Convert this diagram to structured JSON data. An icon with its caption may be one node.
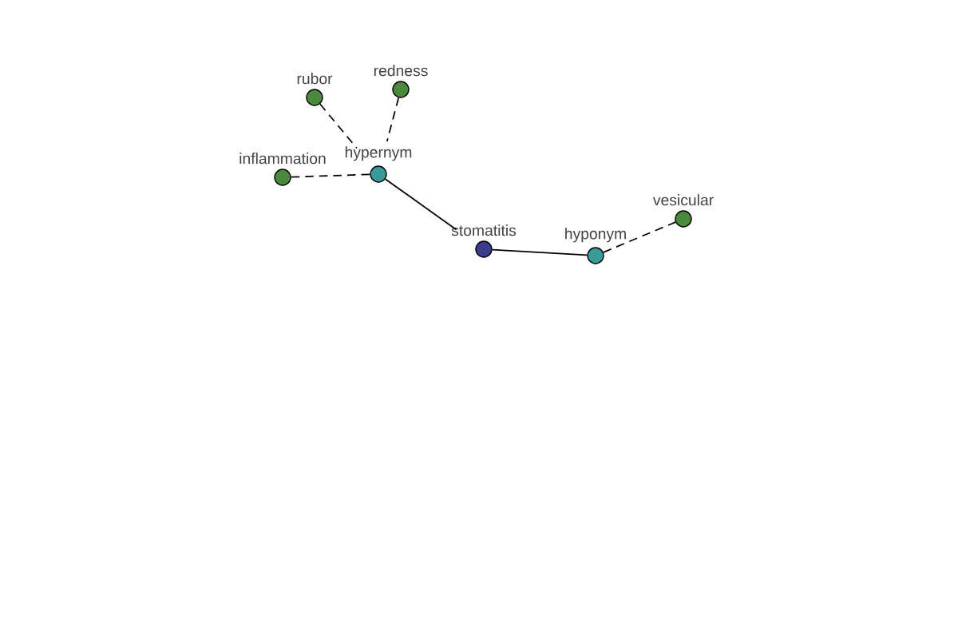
{
  "diagram": {
    "nodes": [
      {
        "text": [
          "rubor"
        ]
      },
      {
        "text": [
          "redness"
        ]
      },
      {
        "text": [
          "inflammation"
        ]
      },
      {
        "text": [
          "hypernym"
        ]
      },
      {
        "text": [
          "stomatitis"
        ]
      },
      {
        "text": [
          "hyponym"
        ]
      },
      {
        "text": [
          "vesicular"
        ]
      }
    ],
    "edges": [
      {
        "from": 0,
        "to": 3,
        "arrow": "none",
        "style": "dashed"
      },
      {
        "from": 1,
        "to": 3,
        "arrow": "none",
        "style": "dashed"
      },
      {
        "from": 2,
        "to": 3,
        "arrow": "none",
        "style": "dashed"
      },
      {
        "from": 3,
        "to": 4,
        "arrow": "none"
      },
      {
        "from": 4,
        "to": 5,
        "arrow": "none"
      },
      {
        "from": 5,
        "to": 6,
        "arrow": "none",
        "style": "dashed"
      }
    ]
  }
}
